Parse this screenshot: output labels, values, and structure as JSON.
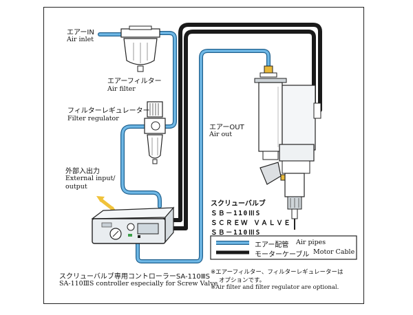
{
  "colors": {
    "air_pipe": "#6fb8e6",
    "air_pipe_edge": "#1d5e8c",
    "motor_cable": "#1a1a1a",
    "device_body": "#e9edf0",
    "filter_housing": "#ffffff",
    "fitting_yellow": "#e8b93a",
    "signal_arrow": "#f0c23a"
  },
  "labels": {
    "air_in_jp": "エアーIN",
    "air_in_en": "Air inlet",
    "air_filter_jp": "エアーフィルター",
    "air_filter_en": "Air filter",
    "filter_regulator_jp": "フィルターレギュレーター",
    "filter_regulator_en": "Filter regulator",
    "external_io_jp": "外部入出力",
    "external_io_en_1": "External input/",
    "external_io_en_2": "output",
    "air_out_jp": "エアーOUT",
    "air_out_en": "Air out",
    "controller_jp": "スクリューバルブ専用コントローラーSA-110ⅢS",
    "controller_en": "SA-110ⅢS controller especially for Screw Valve",
    "screw_valve_title_jp": "スクリューバルブ",
    "screw_valve_model_1": "ＳＢ－110ⅢS",
    "screw_valve_name": "ＳＣＲＥＷ ＶＡＬＶＥ",
    "screw_valve_model_2": "ＳＢ－110ⅢS"
  },
  "legend": {
    "air_pipe_jp": "エアー配管",
    "air_pipe_en": "Air pipes",
    "motor_cable_jp": "モーターケーブル",
    "motor_cable_en": "Motor Cable"
  },
  "notes": {
    "jp_line_1": "※エアーフィルター、フィルターレギュレーターは",
    "jp_line_2": "オプションです。",
    "en": "※Air filter and filter regulator are optional."
  }
}
